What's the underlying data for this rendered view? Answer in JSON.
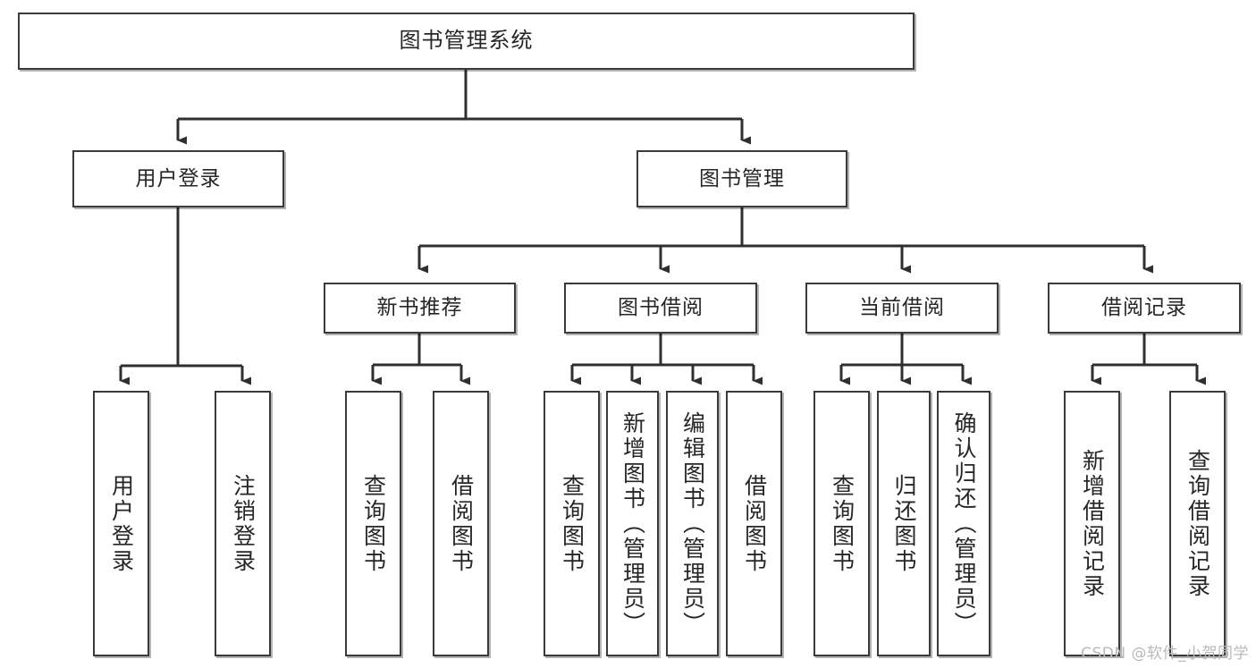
{
  "diagram": {
    "type": "tree",
    "title": "图书管理系统",
    "orientation": "top-down",
    "colors": {
      "box_border": "#3a3a3a",
      "box_fill": "#ffffff",
      "edge": "#2f2f2f",
      "text": "#262626",
      "background": "#ffffff",
      "watermark": "#b9b9b9"
    },
    "root": {
      "label": "图书管理系统"
    },
    "level2": [
      {
        "label": "用户登录"
      },
      {
        "label": "图书管理"
      }
    ],
    "level3": [
      {
        "label": "新书推荐"
      },
      {
        "label": "图书借阅"
      },
      {
        "label": "当前借阅"
      },
      {
        "label": "借阅记录"
      }
    ],
    "leaves": {
      "user_login": [
        {
          "label": "用户登录"
        },
        {
          "label": "注销登录"
        }
      ],
      "new_book_recommend": [
        {
          "label": "查询图书"
        },
        {
          "label": "借阅图书"
        }
      ],
      "book_borrow": [
        {
          "label": "查询图书"
        },
        {
          "label": "新增图书（管理员）"
        },
        {
          "label": "编辑图书（管理员）"
        },
        {
          "label": "借阅图书"
        }
      ],
      "current_borrow": [
        {
          "label": "查询图书"
        },
        {
          "label": "归还图书"
        },
        {
          "label": "确认归还（管理员）"
        }
      ],
      "borrow_records": [
        {
          "label": "新增借阅记录"
        },
        {
          "label": "查询借阅记录"
        }
      ]
    }
  },
  "watermark": {
    "text": "CSDN @软件_小贺同学"
  }
}
